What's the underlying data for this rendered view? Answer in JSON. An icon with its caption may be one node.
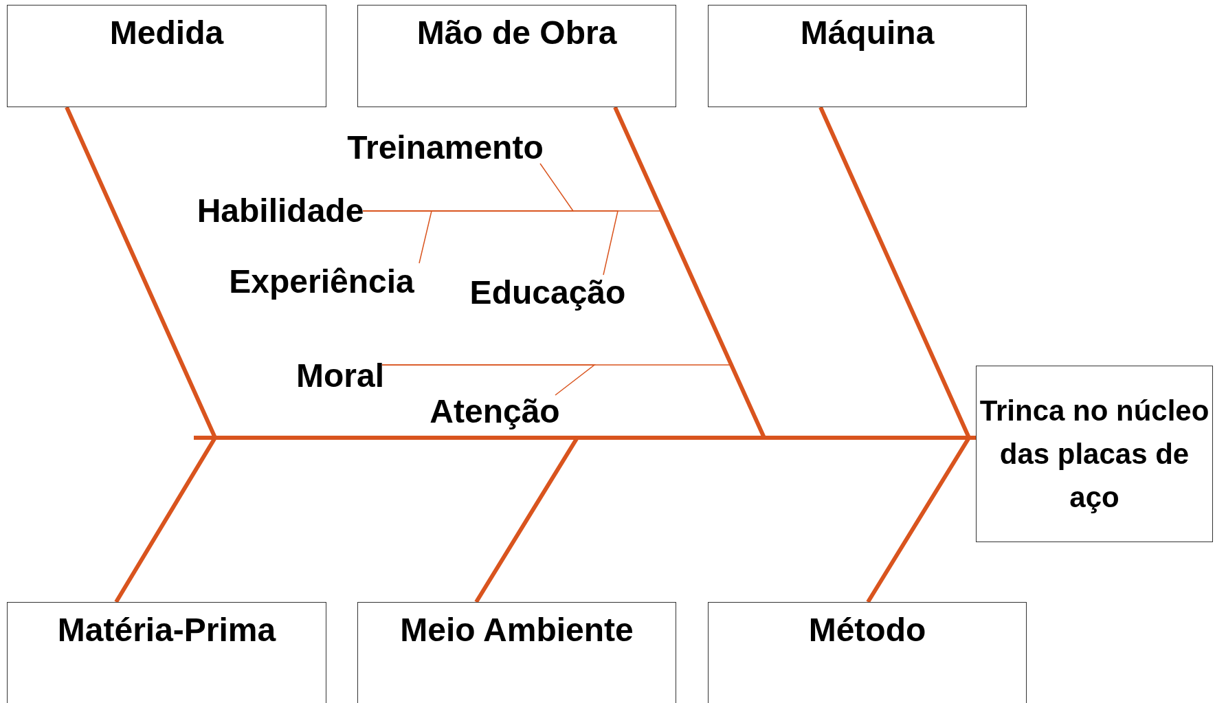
{
  "diagram": {
    "nodes": [
      {
        "text": [
          "Medida"
        ]
      },
      {
        "text": [
          "Mão de Obra"
        ]
      },
      {
        "text": [
          "Máquina"
        ]
      },
      {
        "text": [
          "Treinamento"
        ]
      },
      {
        "text": [
          "Habilidade"
        ]
      },
      {
        "text": [
          "Experiência"
        ]
      },
      {
        "text": [
          "Educação"
        ]
      },
      {
        "text": [
          "Moral"
        ]
      },
      {
        "text": [
          "Atenção"
        ]
      },
      {
        "text": [
          "Trinca no núcleo das placas de aço"
        ]
      },
      {
        "text": [
          "Matéria-Prima"
        ]
      },
      {
        "text": [
          "Meio Ambiente"
        ]
      },
      {
        "text": [
          "Método"
        ]
      }
    ],
    "edges": [
      {
        "from": null,
        "to": 9,
        "arrow": "none"
      },
      {
        "from": 0,
        "to": 9,
        "arrow": "none"
      },
      {
        "from": 1,
        "to": 9,
        "arrow": "none"
      },
      {
        "from": 2,
        "to": 9,
        "arrow": "none"
      },
      {
        "from": 10,
        "to": 9,
        "arrow": "none"
      },
      {
        "from": 11,
        "to": 9,
        "arrow": "none"
      },
      {
        "from": 12,
        "to": 9,
        "arrow": "none"
      },
      {
        "from": 4,
        "to": 1,
        "arrow": "none"
      },
      {
        "from": 3,
        "to": 4,
        "arrow": "none"
      },
      {
        "from": 5,
        "to": 4,
        "arrow": "none"
      },
      {
        "from": 6,
        "to": 4,
        "arrow": "none"
      },
      {
        "from": 7,
        "to": 1,
        "arrow": "none"
      },
      {
        "from": 8,
        "to": 7,
        "arrow": "none"
      }
    ]
  }
}
